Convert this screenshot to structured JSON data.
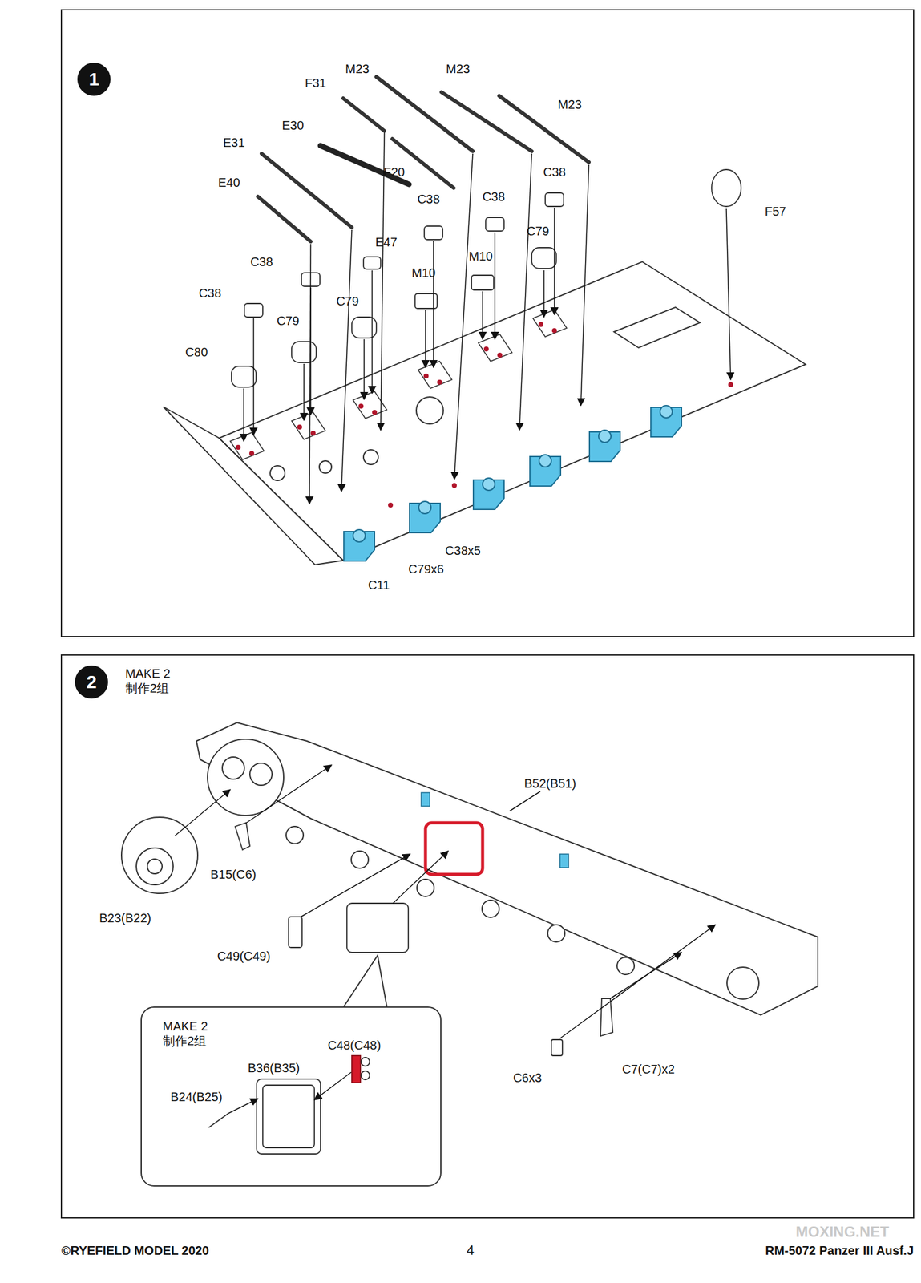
{
  "diagram": {
    "nodes": [
      {
        "text": [
          "1"
        ]
      },
      {
        "text": [
          "2"
        ]
      },
      {
        "text": [
          "MAKE 2 制作2组"
        ]
      }
    ],
    "labels": [
      "M23",
      "M23",
      "M23",
      "F31",
      "E30",
      "E31",
      "F20",
      "E40",
      "C38",
      "C38",
      "C38",
      "E47",
      "C38",
      "C38",
      "M10",
      "M10",
      "C79",
      "C79",
      "C79",
      "C80",
      "F57",
      "C38x5",
      "C79x6",
      "C11",
      "MAKE 2 制作2组",
      "B52(B51)",
      "B23(B22)",
      "B15(C6)",
      "C49(C49)",
      "C6x3",
      "C7(C7)x2",
      "B36(B35)",
      "C48(C48)",
      "B24(B25)",
      "©RYEFIELD MODEL 2020",
      "4",
      "RM-5072 Panzer III Ausf.J",
      "MOXING.NET"
    ]
  }
}
